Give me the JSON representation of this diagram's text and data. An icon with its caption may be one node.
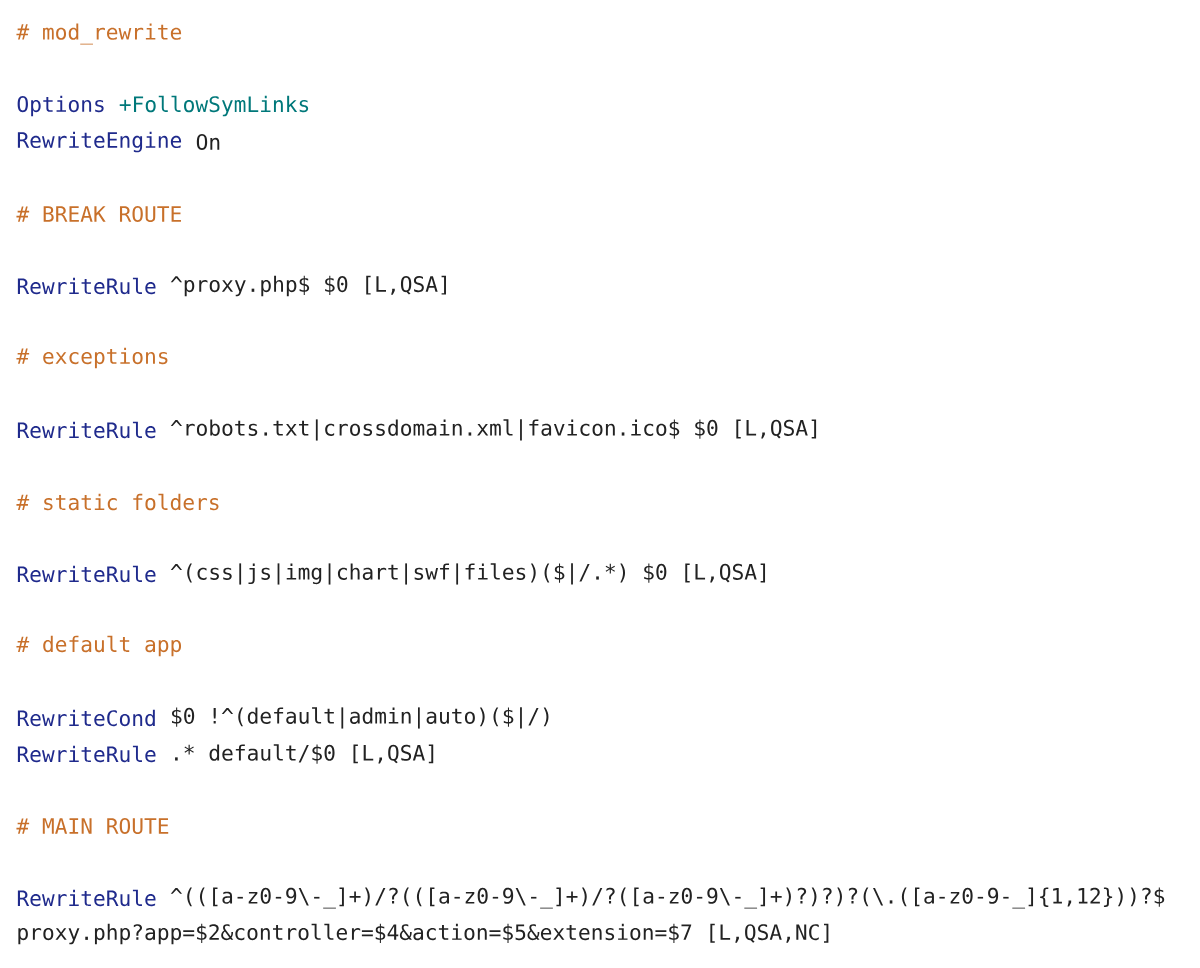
{
  "diagram": {
    "labels": [
      "# mod_rewrite",
      "Options",
      "+FollowSymLinks",
      "RewriteEngine",
      "On",
      "# BREAK ROUTE",
      "RewriteRule",
      "^proxy.php$ $0 [L,QSA]",
      "# exceptions",
      "RewriteRule",
      "^robots.txt|crossdomain.xml|favicon.ico$ $0 [L,QSA]",
      "# static folders",
      "RewriteRule",
      "^(css|js|img|chart|swf|files)($|/.*) $0 [L,QSA]",
      "# default app",
      "RewriteCond",
      "$0 !^(default|admin|auto)($|/)",
      "RewriteRule",
      ".* default/$0 [L,QSA]",
      "# MAIN ROUTE",
      "RewriteRule",
      "^(([a-z0-9\\-_]+)/?(([a-z0-9\\-_]+)/?([a-z0-9\\-_]+)?)?)?(\\.([a-z0-9-_]{1,12}))?$",
      "proxy.php?app=$2&controller=$4&action=$5&extension=$7 [L,QSA,NC]"
    ]
  }
}
